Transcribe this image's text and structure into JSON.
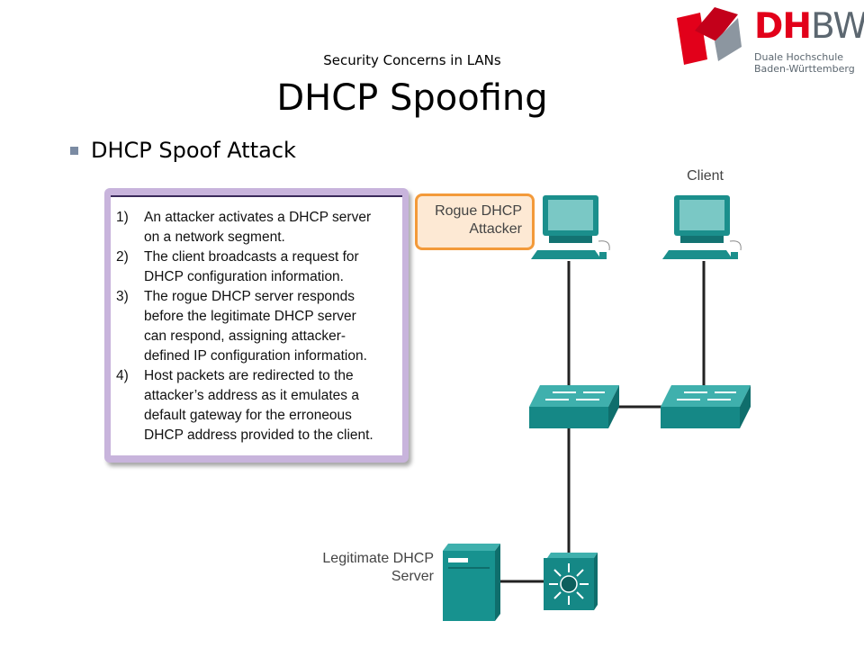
{
  "header": {
    "subtitle": "Security Concerns in LANs",
    "title": "DHCP Spoofing"
  },
  "logo": {
    "word_red": "DH",
    "word_gray": "BW",
    "line1": "Duale Hochschule",
    "line2": "Baden-Württemberg"
  },
  "bullet": {
    "text": "DHCP Spoof Attack"
  },
  "steps": [
    {
      "num": "1)",
      "lines": [
        "An attacker activates a DHCP server",
        "on a network segment."
      ]
    },
    {
      "num": "2)",
      "lines": [
        "The client broadcasts a request for",
        "DHCP configuration information."
      ]
    },
    {
      "num": "3)",
      "lines": [
        "The rogue DHCP server responds",
        "before the legitimate DHCP server",
        "can respond, assigning attacker-",
        "defined IP configuration information."
      ]
    },
    {
      "num": "4)",
      "lines": [
        "Host packets are redirected to the",
        "attacker’s address as it emulates a",
        "default gateway for the erroneous",
        "DHCP address provided to the client."
      ]
    }
  ],
  "diagram": {
    "client_label": "Client",
    "rogue_label_1": "Rogue DHCP",
    "rogue_label_2": "Attacker",
    "server_label_1": "Legitimate DHCP",
    "server_label_2": "Server",
    "device_color": "#17928f",
    "highlight_color": "#f39a3a"
  }
}
